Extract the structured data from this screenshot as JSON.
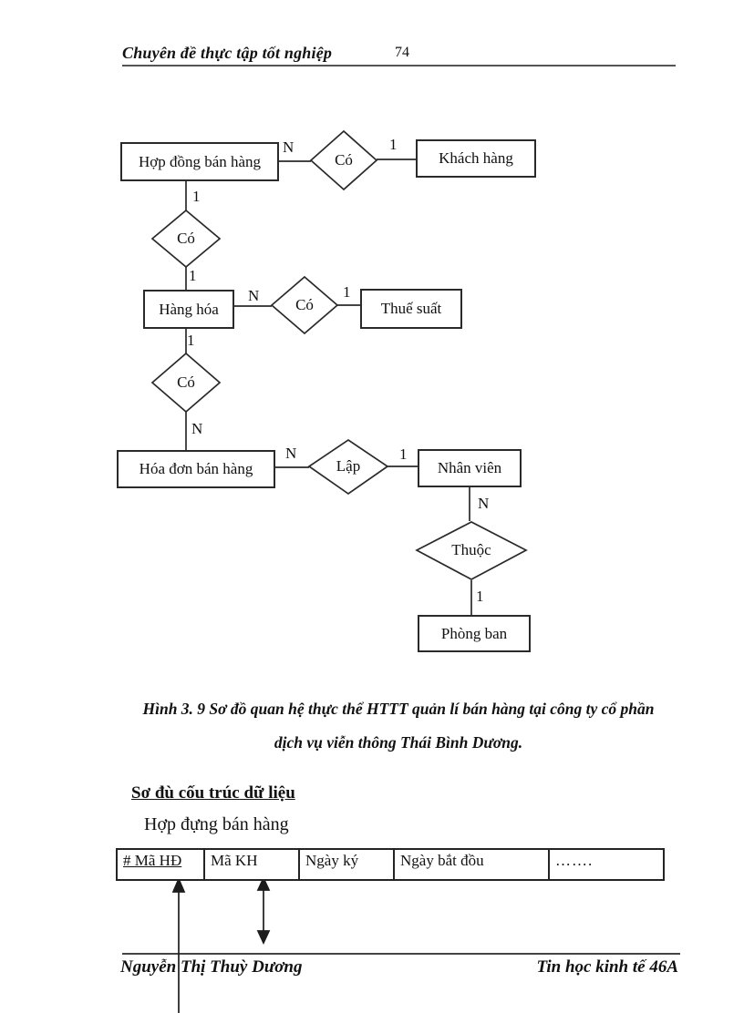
{
  "header": {
    "title": "Chuyên đề thực tập tốt nghiệp",
    "page_number": "74"
  },
  "diagram": {
    "entities": [
      "Hợp đồng bán hàng",
      "Khách hàng",
      "Hàng hóa",
      "Thuế suất",
      "Hóa đơn bán hàng",
      "Nhân viên",
      "Phòng ban"
    ],
    "relationships": [
      "Có",
      "Có",
      "Có",
      "Có",
      "Lập",
      "Thuộc"
    ],
    "cardinalities": [
      "N",
      "1",
      "1",
      "1",
      "N",
      "1",
      "1",
      "N",
      "N",
      "1",
      "N",
      "1"
    ]
  },
  "caption": {
    "line1": "Hình 3. 9 Sơ đồ quan hệ thực thể HTTT quản lí bán hàng tại công ty cổ phần",
    "line2": "dịch vụ viễn thông Thái Bình Dương."
  },
  "section": {
    "heading": "Sơ đù cốu trúc dữ liệu",
    "table_title": "Hợp đựng bán hàng"
  },
  "table": {
    "columns": [
      "# Mã HĐ",
      "Mã KH",
      "Ngày ký",
      "Ngày bắt đồu",
      "……."
    ]
  },
  "footer": {
    "author": "Nguyễn Thị Thuỳ Dương",
    "class_name": "Tin học kinh tế 46A"
  }
}
